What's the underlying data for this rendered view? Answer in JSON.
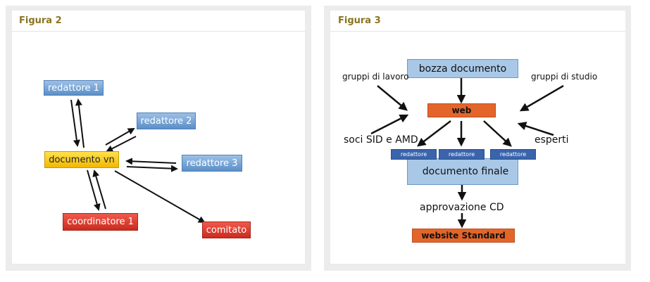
{
  "figure2": {
    "title": "Figura 2",
    "nodes": {
      "redattore1": "redattore 1",
      "redattore2": "redattore 2",
      "redattore3": "redattore 3",
      "documento": "documento vn",
      "coordinatore": "coordinatore 1",
      "comitato": "comitato"
    }
  },
  "figure3": {
    "title": "Figura 3",
    "nodes": {
      "bozza": "bozza documento",
      "web": "web",
      "redattore_a": "redattore",
      "redattore_b": "redattore",
      "redattore_c": "redattore",
      "documento_finale": "documento finale",
      "website": "website Standard"
    },
    "labels": {
      "gruppi_lavoro": "gruppi di lavoro",
      "gruppi_studio": "gruppi di studio",
      "soci": "soci SID e AMD",
      "esperti": "esperti",
      "approvazione": "approvazione CD"
    }
  },
  "colors": {
    "title": "#8a7520",
    "blue_node": "#5b8fc8",
    "yellow_node": "#f2b800",
    "red_node": "#cc2a1e",
    "orange_node": "#e4652a",
    "dark_blue_node": "#3a64ac",
    "light_blue_node": "#a9c8e8"
  }
}
